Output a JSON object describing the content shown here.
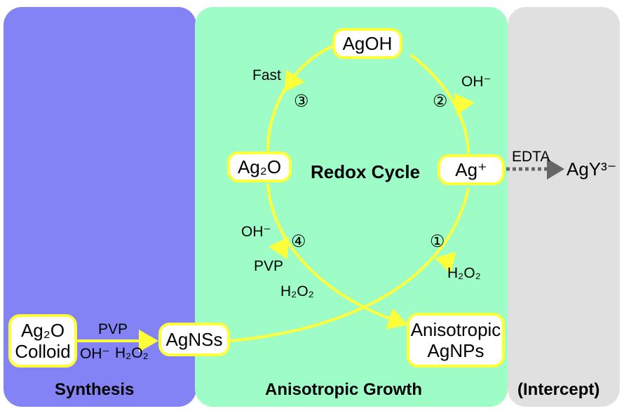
{
  "panels": {
    "synthesis": {
      "title": "Synthesis",
      "color": "#8383f6"
    },
    "growth": {
      "title": "Anisotropic Growth",
      "color": "#9efcc7"
    },
    "intercept": {
      "title": "(Intercept)",
      "color": "#e0e0e0"
    }
  },
  "center_label": "Redox Cycle",
  "nodes": {
    "agoh": "AgOH",
    "ag2o": "Ag₂O",
    "agplus": "Ag⁺",
    "agnss": "AgNSs",
    "colloid": [
      "Ag₂O",
      "Colloid"
    ],
    "anisotropic": [
      "Anisotropic",
      "AgNPs"
    ]
  },
  "labels": {
    "fast": "Fast",
    "oh_step2": "OH⁻",
    "oh_step4": "OH⁻",
    "pvp_step4": "PVP",
    "h2o2_step4": "H₂O₂",
    "h2o2_step1": "H₂O₂",
    "edta": "EDTA",
    "agy": "AgY³⁻",
    "synth_pvp": "PVP",
    "synth_oh": "OH⁻",
    "synth_h2o2": "H₂O₂"
  },
  "steps": {
    "s1": "①",
    "s2": "②",
    "s3": "③",
    "s4": "④"
  },
  "colors": {
    "arrow": "#ffff3a",
    "node_border": "#ffff3a",
    "edta_arrow": "#666666"
  }
}
